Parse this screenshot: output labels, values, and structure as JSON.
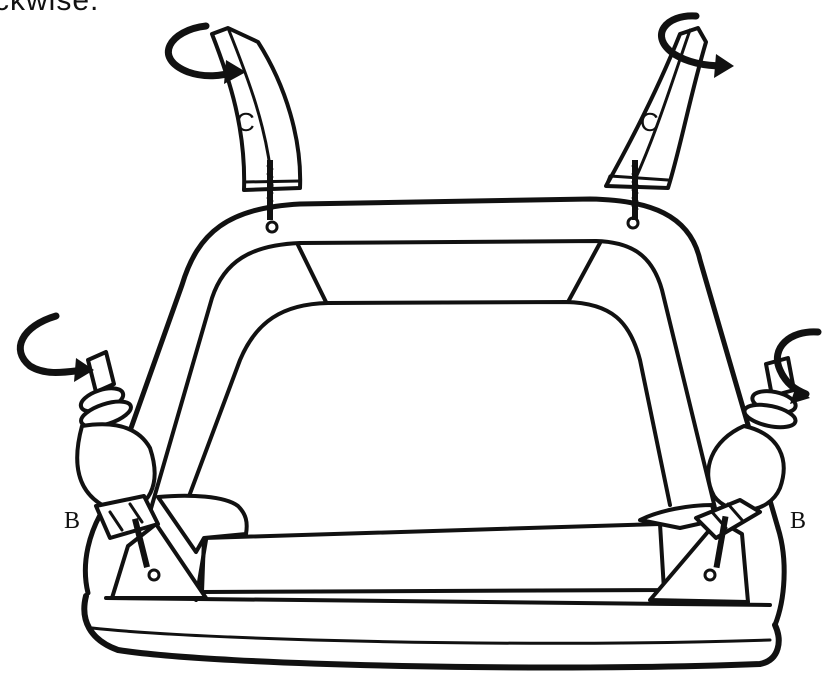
{
  "header": {
    "text": "ckwise."
  },
  "labels": {
    "leg_top_left": "C",
    "leg_top_right": "C",
    "leg_bottom_left": "B",
    "leg_bottom_right": "B"
  }
}
